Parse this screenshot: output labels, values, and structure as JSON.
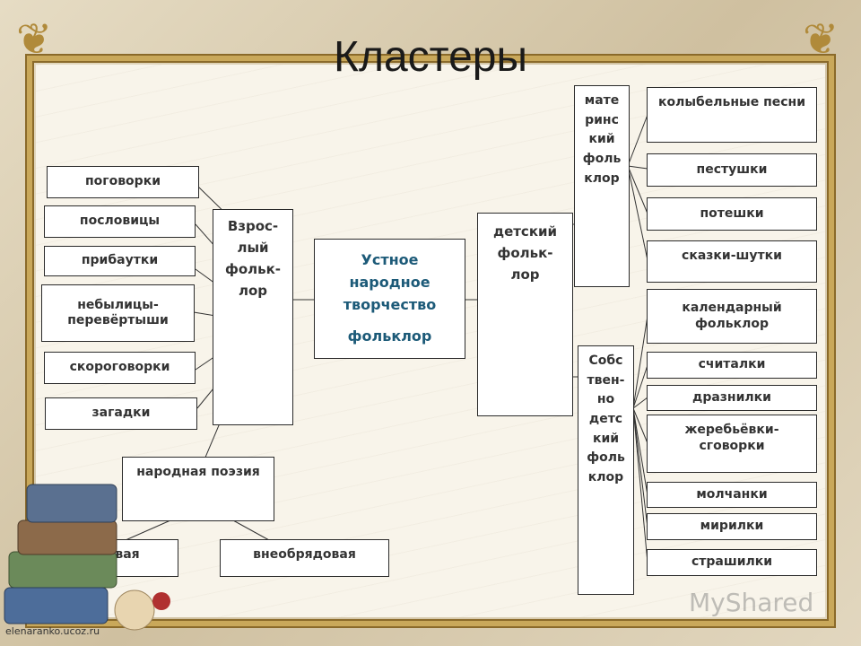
{
  "title": "Кластеры",
  "center": {
    "line": "Устное\nнародное\nтворчество",
    "sub": "фольклор"
  },
  "adult": {
    "label": "Взрос-\nлый\nфольк-\nлор",
    "items": [
      "поговорки",
      "пословицы",
      "прибаутки",
      "небылицы-\nперевёртыши",
      "скороговорки",
      "загадки"
    ]
  },
  "poetry": {
    "label": "народная поэзия",
    "children": [
      "обрядовая",
      "внеобрядовая"
    ]
  },
  "child": {
    "label": "детский\nфольк-\nлор"
  },
  "maternal": {
    "label": "мате\nринс\nкий\nфоль\nклор",
    "items": [
      "колыбельные песни",
      "пестушки",
      "потешки",
      "сказки-шутки"
    ]
  },
  "own": {
    "label": "Собс\nтвен-\nно\nдетс\nкий\nфоль\nклор",
    "items": [
      "календарный\nфольклор",
      "считалки",
      "дразнилки",
      "жеребьёвки-\nсговорки",
      "молчанки",
      "мирилки",
      "страшилки"
    ]
  },
  "footer": {
    "credit": "elenaranko.ucoz.ru",
    "watermark": "MyShared"
  },
  "colors": {
    "frame": "#c9a85a",
    "center_text": "#1c5a78",
    "paper": "#f8f4ea"
  }
}
